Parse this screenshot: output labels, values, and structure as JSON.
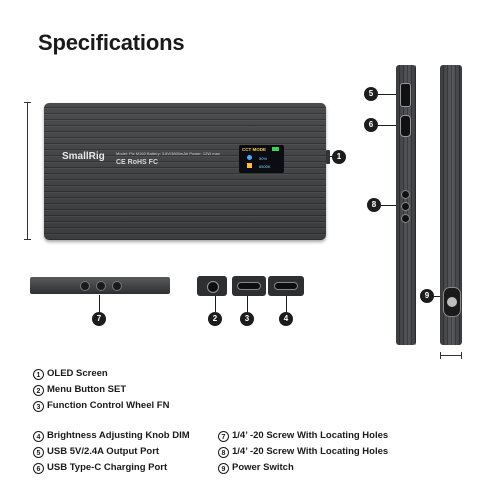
{
  "title": "Specifications",
  "panel": {
    "brand": "SmallRig",
    "model_line": "Model: Pix M160   Battery: 3.8V/3800mAh   Power: 12W max",
    "certs": "CE RoHS FC",
    "oled": {
      "mode": "CCT MODE",
      "value1": "50%",
      "value2": "6500K"
    }
  },
  "callout_numbers": [
    "1",
    "2",
    "3",
    "4",
    "5",
    "6",
    "7",
    "8",
    "9"
  ],
  "legend": [
    {
      "num": "1",
      "label": "OLED Screen"
    },
    {
      "num": "2",
      "label": "Menu Button SET"
    },
    {
      "num": "3",
      "label": "Function Control Wheel FN"
    },
    {
      "num": "4",
      "label": "Brightness Adjusting Knob DIM"
    },
    {
      "num": "5",
      "label": "USB 5V/2.4A Output Port"
    },
    {
      "num": "6",
      "label": "USB Type-C Charging Port"
    },
    {
      "num": "7",
      "label": "1/4’ -20 Screw With Locating Holes"
    },
    {
      "num": "8",
      "label": "1/4’ -20 Screw With Locating Holes"
    },
    {
      "num": "9",
      "label": "Power Switch"
    }
  ],
  "colors": {
    "device": "#3f4042",
    "callout": "#1c1c1c",
    "oled_accent": "#ffd23f"
  }
}
